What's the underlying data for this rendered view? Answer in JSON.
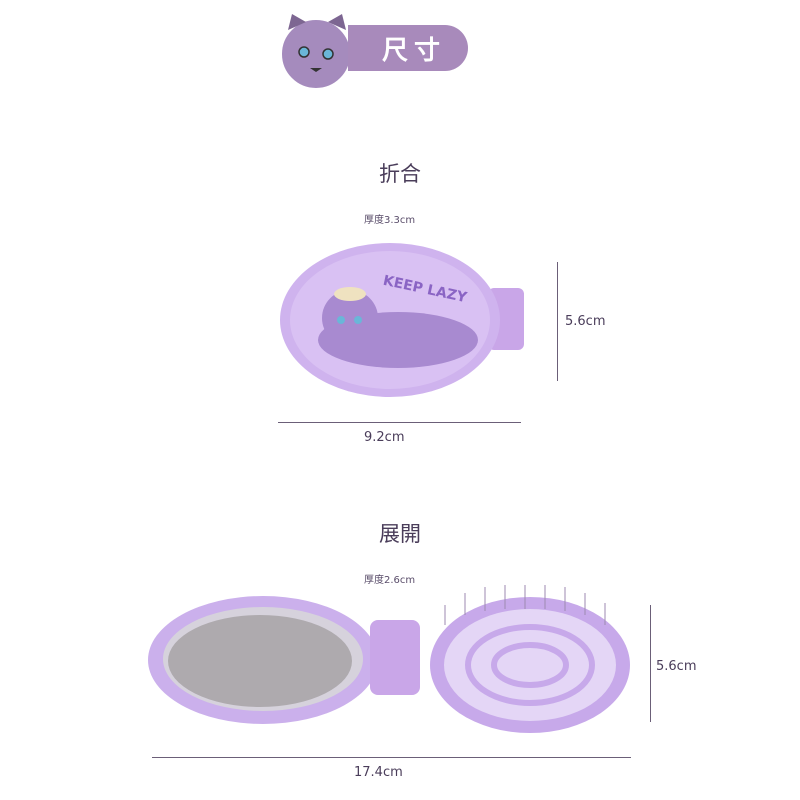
{
  "header": {
    "label": "尺寸",
    "accent": "#a88abb"
  },
  "folded": {
    "title": "折合",
    "thickness": "厚度3.3cm",
    "height": "5.6cm",
    "width": "9.2cm",
    "print_text": "KEEP LAZY"
  },
  "unfolded": {
    "title": "展開",
    "thickness": "厚度2.6cm",
    "height": "5.6cm",
    "width": "17.4cm"
  }
}
